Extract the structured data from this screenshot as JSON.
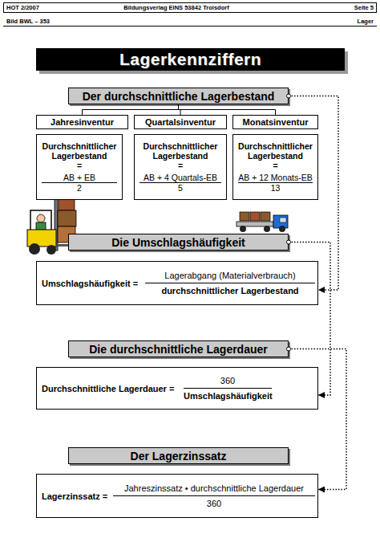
{
  "diagram": {
    "title": "Lagerkennziffern",
    "nodes": [
      {
        "text": [
          "Der durchschnittliche Lagerbestand"
        ]
      },
      {
        "text": [
          "Jahresinventur"
        ]
      },
      {
        "text": [
          "Quartalsinventur"
        ]
      },
      {
        "text": [
          "Monatsinventur"
        ]
      },
      {
        "text": [
          "Durchschnittlicher Lagerbestand",
          "=",
          "AB + EB",
          "2"
        ]
      },
      {
        "text": [
          "Durchschnittlicher Lagerbestand",
          "=",
          "AB + 4 Quartals-EB",
          "5"
        ]
      },
      {
        "text": [
          "Durchschnittlicher Lagerbestand",
          "=",
          "AB + 12 Monats-EB",
          "13"
        ]
      },
      {
        "text": [
          "Die Umschlagshäufigkeit"
        ]
      },
      {
        "text": [
          "Umschlagshäufigkeit =",
          "Lagerabgang (Materialverbrauch)",
          "durchschnittlicher Lagerbestand"
        ]
      },
      {
        "text": [
          "Die durchschnittliche Lagerdauer"
        ]
      },
      {
        "text": [
          "Durchschnittliche Lagerdauer =",
          "360",
          "Umschlagshäufigkeit"
        ]
      },
      {
        "text": [
          "Der Lagerzinssatz"
        ]
      },
      {
        "text": [
          "Lagerzinssatz =",
          "Jahreszinssatz • durchschnittliche Lagerdauer",
          "360"
        ]
      }
    ],
    "edges": [
      {
        "from": 0,
        "to": 1,
        "arrow": "none"
      },
      {
        "from": 0,
        "to": 2,
        "arrow": "none"
      },
      {
        "from": 0,
        "to": 3,
        "arrow": "none"
      },
      {
        "from": 0,
        "to": 8,
        "arrow": "to"
      },
      {
        "from": 7,
        "to": 10,
        "arrow": "to"
      },
      {
        "from": 9,
        "to": 12,
        "arrow": "to"
      }
    ],
    "labels": [
      "HOT 2/2007",
      "Bildungsverlag EINS 53842 Troisdorf",
      "Seite 5",
      "Bild BWL – 353",
      "Lager"
    ]
  }
}
